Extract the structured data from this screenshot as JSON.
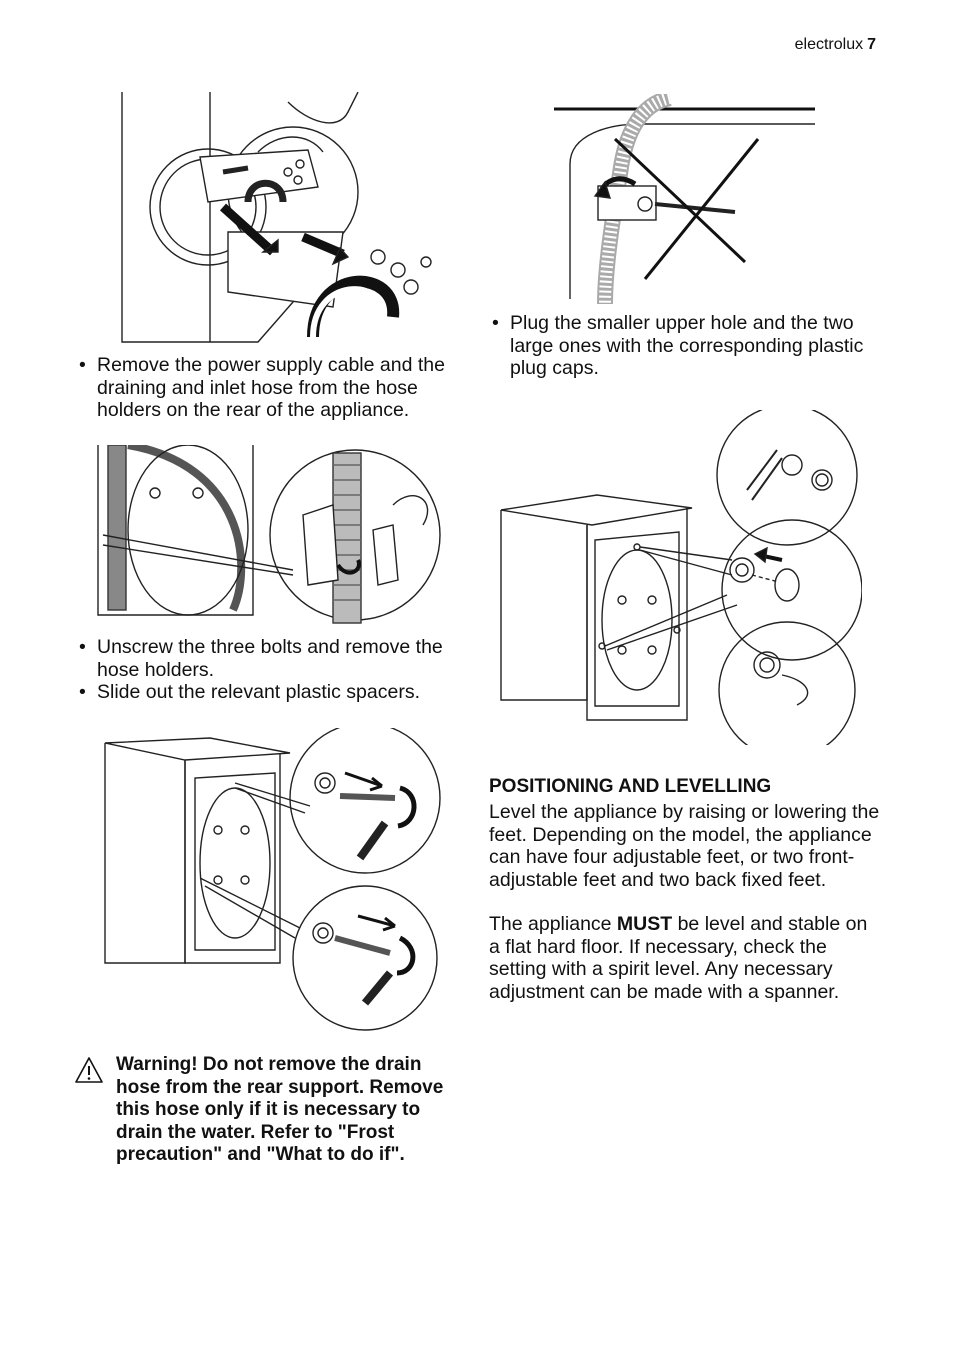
{
  "header": {
    "brand": "electrolux",
    "page_number": "7"
  },
  "left": {
    "step1": [
      "Remove the power supply cable and the draining and inlet hose from the hose holders on the rear of the appliance."
    ],
    "step2": [
      "Unscrew the three bolts and remove the hose holders.",
      "Slide out the relevant plastic spacers."
    ],
    "warning": "Warning! Do not remove the drain hose from the rear support. Remove this hose only if it is necessary to drain the water. Refer to \"Frost precaution\" and \"What to do if\"."
  },
  "right": {
    "step3": [
      "Plug the smaller upper hole and the two large ones with the corresponding plastic plug caps."
    ],
    "section_title": "POSITIONING AND LEVELLING",
    "para1": "Level the appliance by raising or lowering the feet. Depending on the model, the appliance can have four adjustable feet, or two front-adjustable feet and two back fixed feet.",
    "para2_before": "The appliance ",
    "para2_bold": "MUST",
    "para2_after": " be level and stable on a flat hard floor. If necessary, check the setting with a spirit level. Any necessary adjustment can be made with a spanner."
  }
}
